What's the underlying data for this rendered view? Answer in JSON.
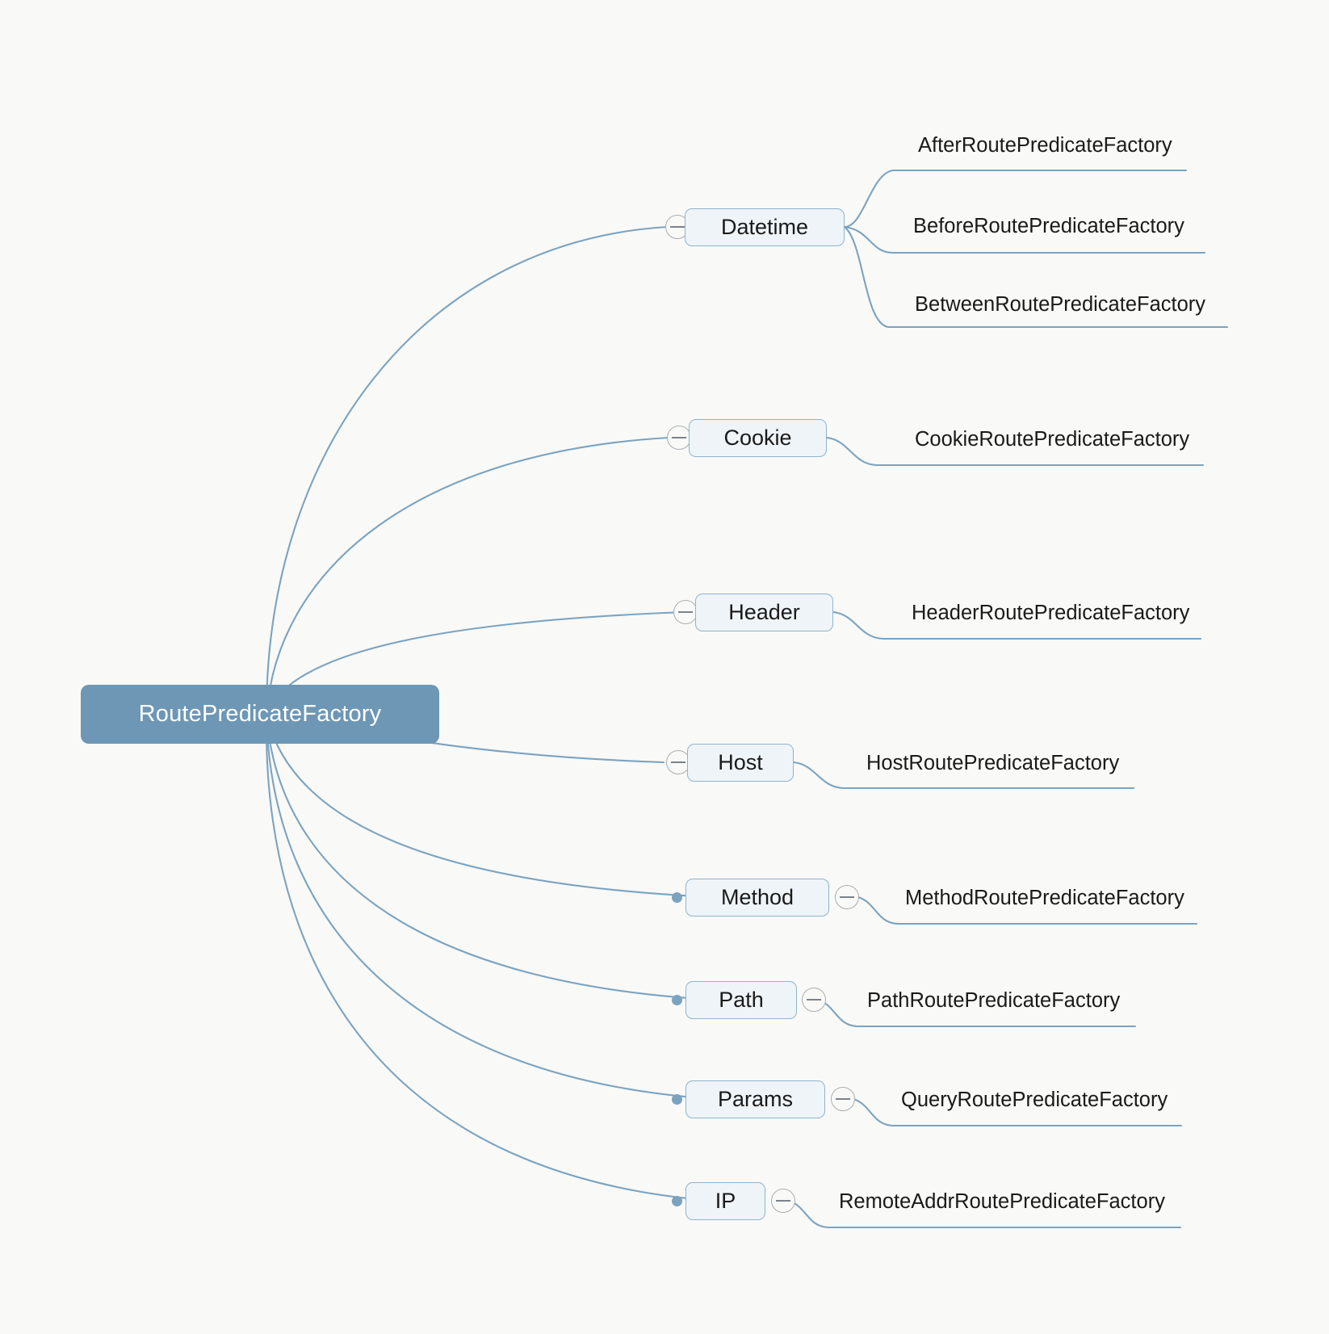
{
  "diagram": {
    "type": "mindmap",
    "title": "RoutePredicateFactory",
    "background_color": "#f9f9f7",
    "root": {
      "label": "RoutePredicateFactory",
      "fill_color": "#6d97b5",
      "text_color": "#ffffff"
    },
    "node_style": {
      "fill_color": "#eef4f8",
      "border_color": "#8fb4cc",
      "text_color": "#1a1a1a",
      "edge_color": "#7ba3c0"
    },
    "branches": [
      {
        "label": "Datetime",
        "toggle_side": "left",
        "toggle_icon": "collapse-minus-circle-icon",
        "marker": "collapse-minus-circle-icon",
        "children": [
          {
            "label": "AfterRoutePredicateFactory"
          },
          {
            "label": "BeforeRoutePredicateFactory"
          },
          {
            "label": "BetweenRoutePredicateFactory"
          }
        ]
      },
      {
        "label": "Cookie",
        "toggle_side": "left",
        "toggle_icon": "collapse-minus-circle-icon",
        "marker": "collapse-minus-circle-icon",
        "children": [
          {
            "label": "CookieRoutePredicateFactory"
          }
        ]
      },
      {
        "label": "Header",
        "toggle_side": "left",
        "toggle_icon": "collapse-minus-circle-icon",
        "marker": "collapse-minus-circle-icon",
        "children": [
          {
            "label": "HeaderRoutePredicateFactory"
          }
        ]
      },
      {
        "label": "Host",
        "toggle_side": "left",
        "toggle_icon": "collapse-minus-circle-icon",
        "marker": "collapse-minus-circle-icon",
        "children": [
          {
            "label": "HostRoutePredicateFactory"
          }
        ]
      },
      {
        "label": "Method",
        "toggle_side": "right",
        "toggle_icon": "collapse-minus-circle-icon",
        "marker": "bullet-dot-icon",
        "children": [
          {
            "label": "MethodRoutePredicateFactory"
          }
        ]
      },
      {
        "label": "Path",
        "toggle_side": "right",
        "toggle_icon": "collapse-minus-circle-icon",
        "marker": "bullet-dot-icon",
        "children": [
          {
            "label": "PathRoutePredicateFactory"
          }
        ]
      },
      {
        "label": "Params",
        "toggle_side": "right",
        "toggle_icon": "collapse-minus-circle-icon",
        "marker": "bullet-dot-icon",
        "children": [
          {
            "label": "QueryRoutePredicateFactory"
          }
        ]
      },
      {
        "label": "IP",
        "toggle_side": "right",
        "toggle_icon": "collapse-minus-circle-icon",
        "marker": "bullet-dot-icon",
        "children": [
          {
            "label": "RemoteAddrRoutePredicateFactory"
          }
        ]
      }
    ]
  }
}
